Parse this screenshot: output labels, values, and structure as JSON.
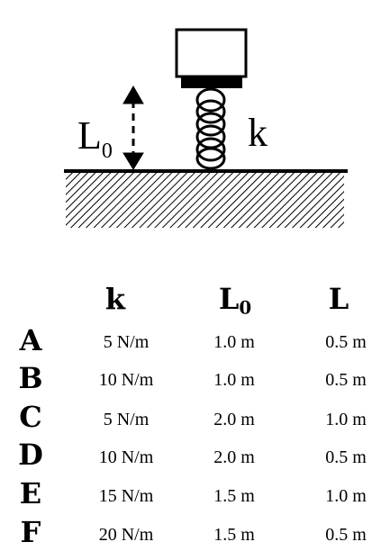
{
  "diagram": {
    "length_label": "L",
    "length_subscript": "0",
    "spring_label": "k"
  },
  "table": {
    "headers": {
      "k": "k",
      "L0_main": "L",
      "L0_sub": "0",
      "L": "L"
    },
    "rows": [
      {
        "label": "A",
        "k": "5 N/m",
        "L0": "1.0 m",
        "L": "0.5 m"
      },
      {
        "label": "B",
        "k": "10 N/m",
        "L0": "1.0 m",
        "L": "0.5 m"
      },
      {
        "label": "C",
        "k": "5 N/m",
        "L0": "2.0 m",
        "L": "1.0 m"
      },
      {
        "label": "D",
        "k": "10 N/m",
        "L0": "2.0 m",
        "L": "0.5 m"
      },
      {
        "label": "E",
        "k": "15 N/m",
        "L0": "1.5 m",
        "L": "1.0 m"
      },
      {
        "label": "F",
        "k": "20 N/m",
        "L0": "1.5 m",
        "L": "0.5 m"
      }
    ]
  }
}
